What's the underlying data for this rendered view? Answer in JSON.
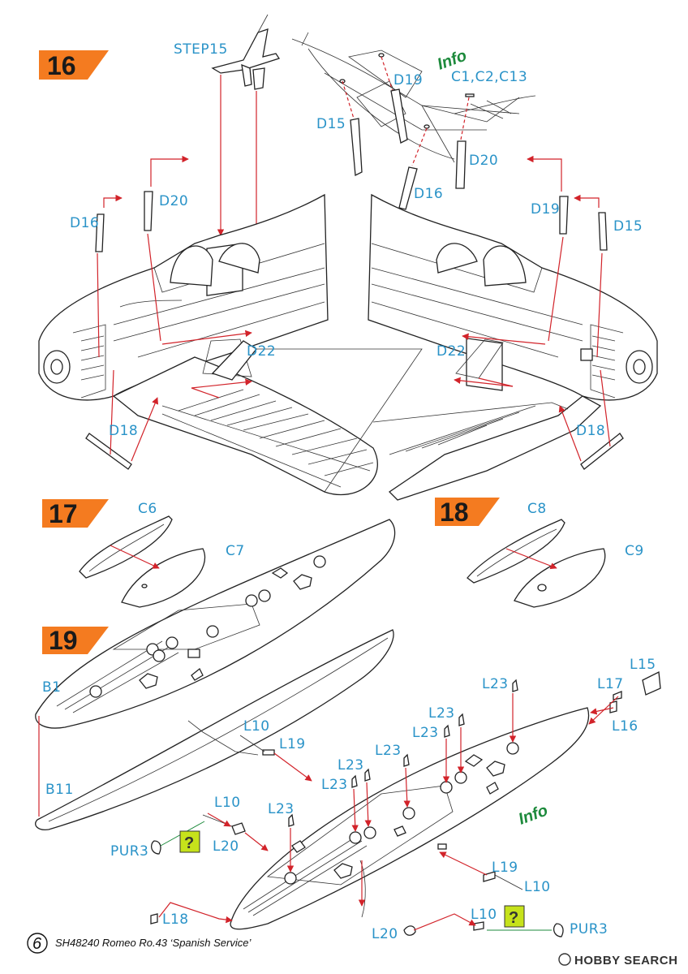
{
  "steps": [
    {
      "number": "16"
    },
    {
      "number": "17"
    },
    {
      "number": "18"
    },
    {
      "number": "19"
    }
  ],
  "info_label": "Info",
  "step16": {
    "step_ref": "STEP15",
    "labels": {
      "d19_top": "D19",
      "c_parts": "C1,C2,C13",
      "d15_top": "D15",
      "d20_top": "D20",
      "d16_top": "D16",
      "d20_left": "D20",
      "d16_left": "D16",
      "d19_right": "D19",
      "d15_right": "D15",
      "d22_left": "D22",
      "d22_right": "D22",
      "d18_left": "D18",
      "d18_right": "D18"
    }
  },
  "step17": {
    "labels": {
      "c6": "C6",
      "c7": "C7"
    }
  },
  "step18": {
    "labels": {
      "c8": "C8",
      "c9": "C9"
    }
  },
  "step19": {
    "labels": {
      "b1": "B1",
      "b11": "B11",
      "l10_a": "L10",
      "l19_a": "L19",
      "l10_b": "L10",
      "l20_a": "L20",
      "pur3_a": "PUR3",
      "l23_1": "L23",
      "l23_2": "L23",
      "l23_3": "L23",
      "l23_4": "L23",
      "l23_5": "L23",
      "l23_6": "L23",
      "l23_7": "L23",
      "l15": "L15",
      "l17": "L17",
      "l16": "L16",
      "l19_b": "L19",
      "l10_c": "L10",
      "l18": "L18",
      "l10_d": "L10",
      "l20_b": "L20",
      "pur3_b": "PUR3"
    },
    "help_symbol": "?"
  },
  "footer": {
    "page_number": "6",
    "title": "SH48240 Romeo Ro.43 ‘Spanish Service’"
  },
  "watermark": "HOBBY SEARCH",
  "colors": {
    "label_blue": "#2a93c8",
    "step_orange": "#f47b20",
    "arrow_red": "#d2232a",
    "info_green": "#1d8a3c",
    "help_yellow": "#c6e21b"
  }
}
